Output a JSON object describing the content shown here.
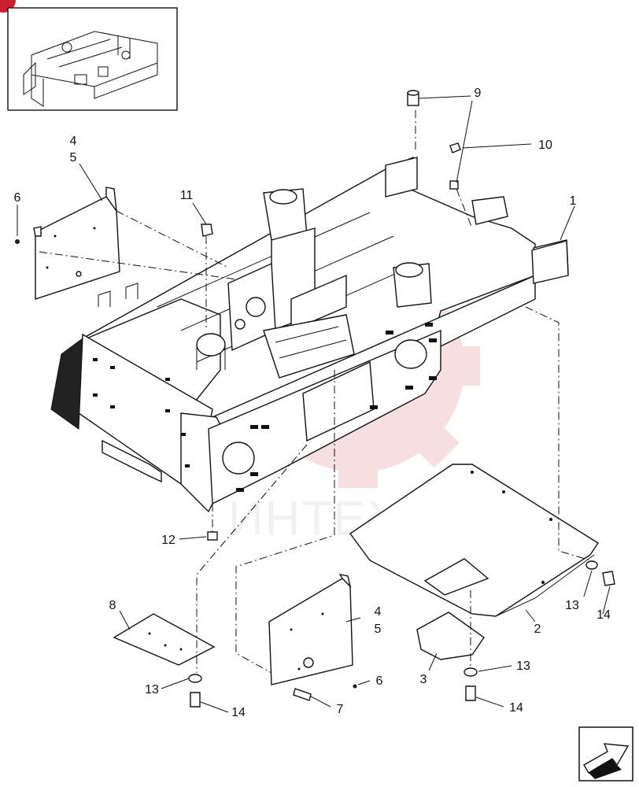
{
  "callouts": [
    {
      "id": "c1",
      "text": "1"
    },
    {
      "id": "c2",
      "text": "2"
    },
    {
      "id": "c3",
      "text": "3"
    },
    {
      "id": "c4a",
      "text": "4"
    },
    {
      "id": "c5a",
      "text": "5"
    },
    {
      "id": "c4b",
      "text": "4"
    },
    {
      "id": "c5b",
      "text": "5"
    },
    {
      "id": "c6a",
      "text": "6"
    },
    {
      "id": "c6b",
      "text": "6"
    },
    {
      "id": "c7",
      "text": "7"
    },
    {
      "id": "c8",
      "text": "8"
    },
    {
      "id": "c9",
      "text": "9"
    },
    {
      "id": "c10",
      "text": "10"
    },
    {
      "id": "c11",
      "text": "11"
    },
    {
      "id": "c12",
      "text": "12"
    },
    {
      "id": "c13a",
      "text": "13"
    },
    {
      "id": "c13b",
      "text": "13"
    },
    {
      "id": "c13c",
      "text": "13"
    },
    {
      "id": "c14a",
      "text": "14"
    },
    {
      "id": "c14b",
      "text": "14"
    },
    {
      "id": "c14c",
      "text": "14"
    }
  ],
  "watermark": {
    "text": "ИНТЕХ",
    "color": "#f2c6c6"
  },
  "icons": {
    "nav": "next-page-arrow-icon",
    "thumb": "frame-thumbnail",
    "badge": "page-badge"
  },
  "colors": {
    "line": "#111111",
    "badge": "#cc1f2f"
  }
}
